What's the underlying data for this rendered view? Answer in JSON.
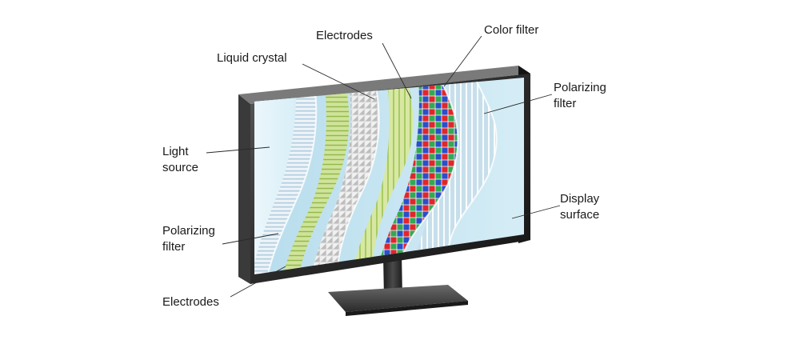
{
  "labels": {
    "light_source": [
      "Light",
      "source"
    ],
    "polarizing_filter_left": [
      "Polarizing",
      "filter"
    ],
    "electrodes_left": "Electrodes",
    "liquid_crystal": "Liquid crystal",
    "electrodes_top": "Electrodes",
    "color_filter": "Color filter",
    "polarizing_filter_right": [
      "Polarizing",
      "filter"
    ],
    "display_surface": [
      "Display",
      "surface"
    ]
  },
  "colors": {
    "bezel": "#2b2b2b",
    "light_source": "#dff1f8",
    "polarizer": "#b9d3e2",
    "electrode_green": "#c4dc82",
    "liquid_crystal": "#cfcfcf",
    "electrode_green2": "#d6e49a",
    "display_surface": "#c9e7f3",
    "pixel_red": "#e0262b",
    "pixel_green": "#34a853",
    "pixel_blue": "#2b4fc9"
  }
}
